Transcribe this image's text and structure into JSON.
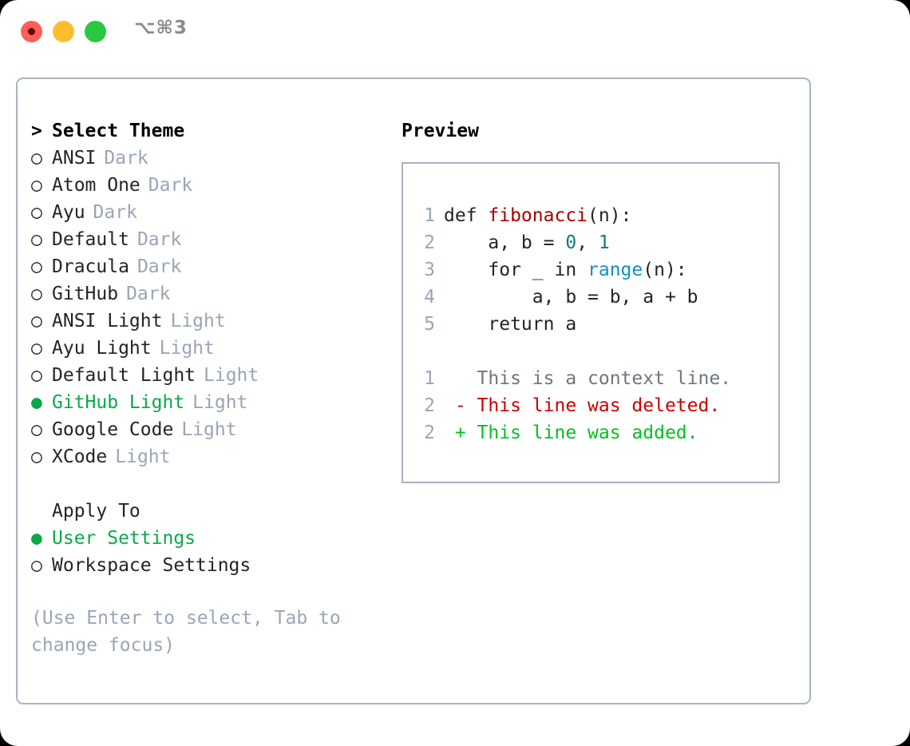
{
  "titlebar": {
    "shortcut": "⌥⌘3",
    "lights": [
      {
        "name": "close",
        "color": "#ff5f57"
      },
      {
        "name": "minimize",
        "color": "#ffbd2e"
      },
      {
        "name": "maximize",
        "color": "#28c840"
      }
    ]
  },
  "theme_picker": {
    "heading_marker": ">",
    "heading": "Select Theme",
    "unselected_marker": "○",
    "selected_marker": "●",
    "items": [
      {
        "label": "ANSI",
        "tag": "Dark",
        "selected": false
      },
      {
        "label": "Atom One",
        "tag": "Dark",
        "selected": false
      },
      {
        "label": "Ayu",
        "tag": "Dark",
        "selected": false
      },
      {
        "label": "Default",
        "tag": "Dark",
        "selected": false
      },
      {
        "label": "Dracula",
        "tag": "Dark",
        "selected": false
      },
      {
        "label": "GitHub",
        "tag": "Dark",
        "selected": false
      },
      {
        "label": "ANSI Light",
        "tag": "Light",
        "selected": false
      },
      {
        "label": "Ayu Light",
        "tag": "Light",
        "selected": false
      },
      {
        "label": "Default Light",
        "tag": "Light",
        "selected": false
      },
      {
        "label": "GitHub Light",
        "tag": "Light",
        "selected": true
      },
      {
        "label": "Google Code",
        "tag": "Light",
        "selected": false
      },
      {
        "label": "XCode",
        "tag": "Light",
        "selected": false
      }
    ]
  },
  "apply_to": {
    "heading": "Apply To",
    "options": [
      {
        "label": "User Settings",
        "selected": true
      },
      {
        "label": "Workspace Settings",
        "selected": false
      }
    ]
  },
  "hint": "(Use Enter to select, Tab to change focus)",
  "preview": {
    "title": "Preview",
    "code_lines": [
      {
        "num": "1",
        "segments": [
          {
            "text": "def ",
            "kind": "plain"
          },
          {
            "text": "fibonacci",
            "kind": "func"
          },
          {
            "text": "(n):",
            "kind": "plain"
          }
        ]
      },
      {
        "num": "2",
        "segments": [
          {
            "text": "    a, b = ",
            "kind": "plain"
          },
          {
            "text": "0",
            "kind": "num"
          },
          {
            "text": ", ",
            "kind": "plain"
          },
          {
            "text": "1",
            "kind": "num"
          }
        ]
      },
      {
        "num": "3",
        "segments": [
          {
            "text": "    for _ in ",
            "kind": "plain"
          },
          {
            "text": "range",
            "kind": "builtin"
          },
          {
            "text": "(n):",
            "kind": "plain"
          }
        ]
      },
      {
        "num": "4",
        "segments": [
          {
            "text": "        a, b = b, a + b",
            "kind": "plain"
          }
        ]
      },
      {
        "num": "5",
        "segments": [
          {
            "text": "    return a",
            "kind": "plain"
          }
        ]
      }
    ],
    "diff_lines": [
      {
        "num": "1",
        "sign": " ",
        "text": "This is a context line.",
        "kind": "context"
      },
      {
        "num": "2",
        "sign": "-",
        "text": "This line was deleted.",
        "kind": "deleted"
      },
      {
        "num": "2",
        "sign": "+",
        "text": "This line was added.",
        "kind": "added"
      }
    ]
  },
  "colors": {
    "selection_green": "#0ba84a",
    "tag_gray": "#9aa5b5",
    "border": "#a9b3c2",
    "func_red": "#a80000",
    "number_teal": "#107a78",
    "builtin_blue": "#0f8fc4",
    "diff_deleted": "#cc0000",
    "diff_added": "#00c220",
    "diff_context": "#6f7680"
  }
}
